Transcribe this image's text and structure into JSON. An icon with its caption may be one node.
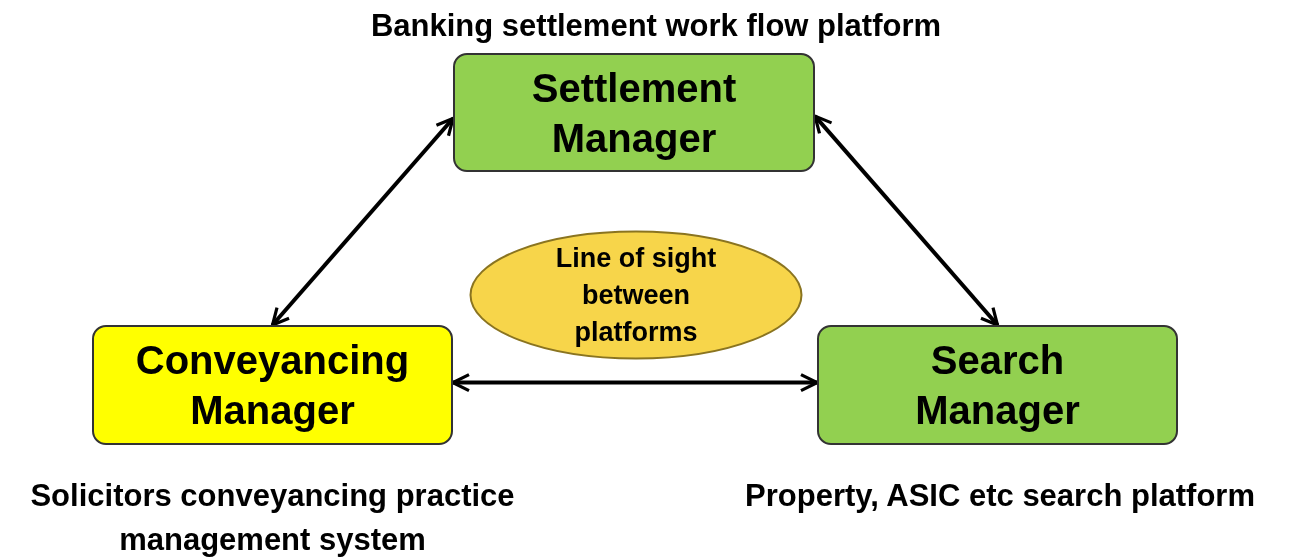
{
  "diagram": {
    "nodes": [
      {
        "text": [
          "Settlement Manager"
        ],
        "beside": [
          "Banking settlement work flow platform"
        ]
      },
      {
        "text": [
          "Conveyancing Manager"
        ],
        "beside": [
          "Solicitors conveyancing practice management system"
        ]
      },
      {
        "text": [
          "Search Manager"
        ],
        "beside": [
          "Property, ASIC etc search platform"
        ]
      },
      {
        "text": [
          "Line of sight between platforms"
        ]
      }
    ],
    "edges": [
      {
        "from": 0,
        "to": 1,
        "arrow": "both"
      },
      {
        "from": 0,
        "to": 2,
        "arrow": "both"
      },
      {
        "from": 1,
        "to": 2,
        "arrow": "both"
      }
    ]
  }
}
